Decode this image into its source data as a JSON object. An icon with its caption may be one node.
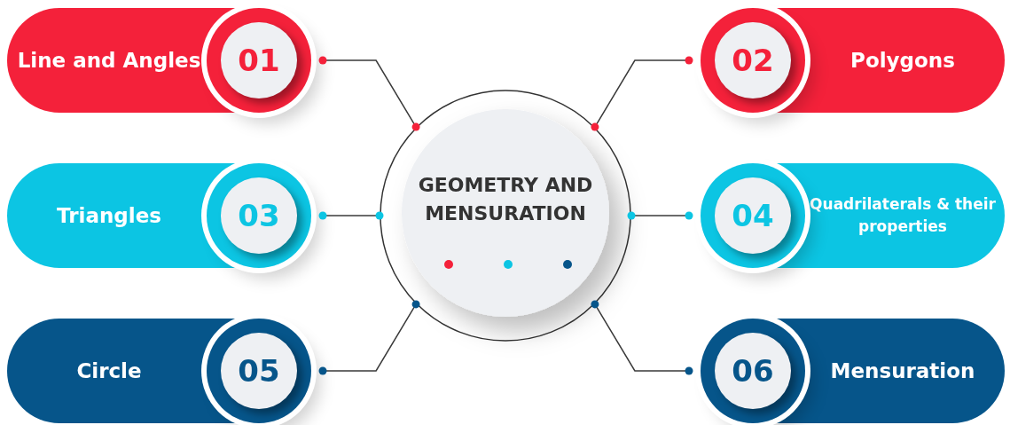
{
  "diagram": {
    "nodes": [
      {
        "text": [
          "GEOMETRY AND MENSURATION"
        ]
      },
      {
        "text": [
          "Line and Angles"
        ]
      },
      {
        "text": [
          "01"
        ],
        "in": 1
      },
      {
        "text": [
          "Polygons"
        ]
      },
      {
        "text": [
          "02"
        ],
        "in": 3
      },
      {
        "text": [
          "Triangles"
        ]
      },
      {
        "text": [
          "03"
        ],
        "in": 5
      },
      {
        "text": [
          "Quadrilaterals & their properties"
        ]
      },
      {
        "text": [
          "04"
        ],
        "in": 7
      },
      {
        "text": [
          "Circle"
        ]
      },
      {
        "text": [
          "05"
        ],
        "in": 9
      },
      {
        "text": [
          "Mensuration"
        ]
      },
      {
        "text": [
          "06"
        ],
        "in": 11
      }
    ],
    "edges": [
      {
        "from": 2,
        "to": 0,
        "arrow": "other"
      },
      {
        "from": 4,
        "to": 0,
        "arrow": "other"
      },
      {
        "from": 6,
        "to": 0,
        "arrow": "other"
      },
      {
        "from": 8,
        "to": 0,
        "arrow": "other"
      },
      {
        "from": 10,
        "to": 0,
        "arrow": "other"
      },
      {
        "from": 12,
        "to": 0,
        "arrow": "other"
      }
    ]
  }
}
